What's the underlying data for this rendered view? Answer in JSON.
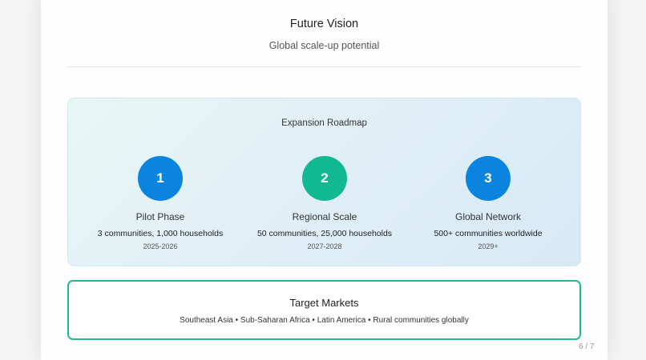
{
  "slide": {
    "title": "Future Vision",
    "subtitle": "Global scale-up potential"
  },
  "roadmap": {
    "title": "Expansion Roadmap",
    "steps": [
      {
        "number": "1",
        "name": "Pilot Phase",
        "description": "3 communities, 1,000 households",
        "years": "2025-2026",
        "color": "#0b84e0"
      },
      {
        "number": "2",
        "name": "Regional Scale",
        "description": "50 communities, 25,000 households",
        "years": "2027-2028",
        "color": "#10b894"
      },
      {
        "number": "3",
        "name": "Global Network",
        "description": "500+ communities worldwide",
        "years": "2029+",
        "color": "#0b84e0"
      }
    ]
  },
  "target_markets": {
    "title": "Target Markets",
    "list": "Southeast Asia • Sub-Saharan Africa • Latin America • Rural communities globally"
  },
  "pager": {
    "label": "6 / 7"
  },
  "colors": {
    "primary_blue": "#0b84e0",
    "accent_green": "#10b894",
    "border_green": "#1fb992"
  }
}
